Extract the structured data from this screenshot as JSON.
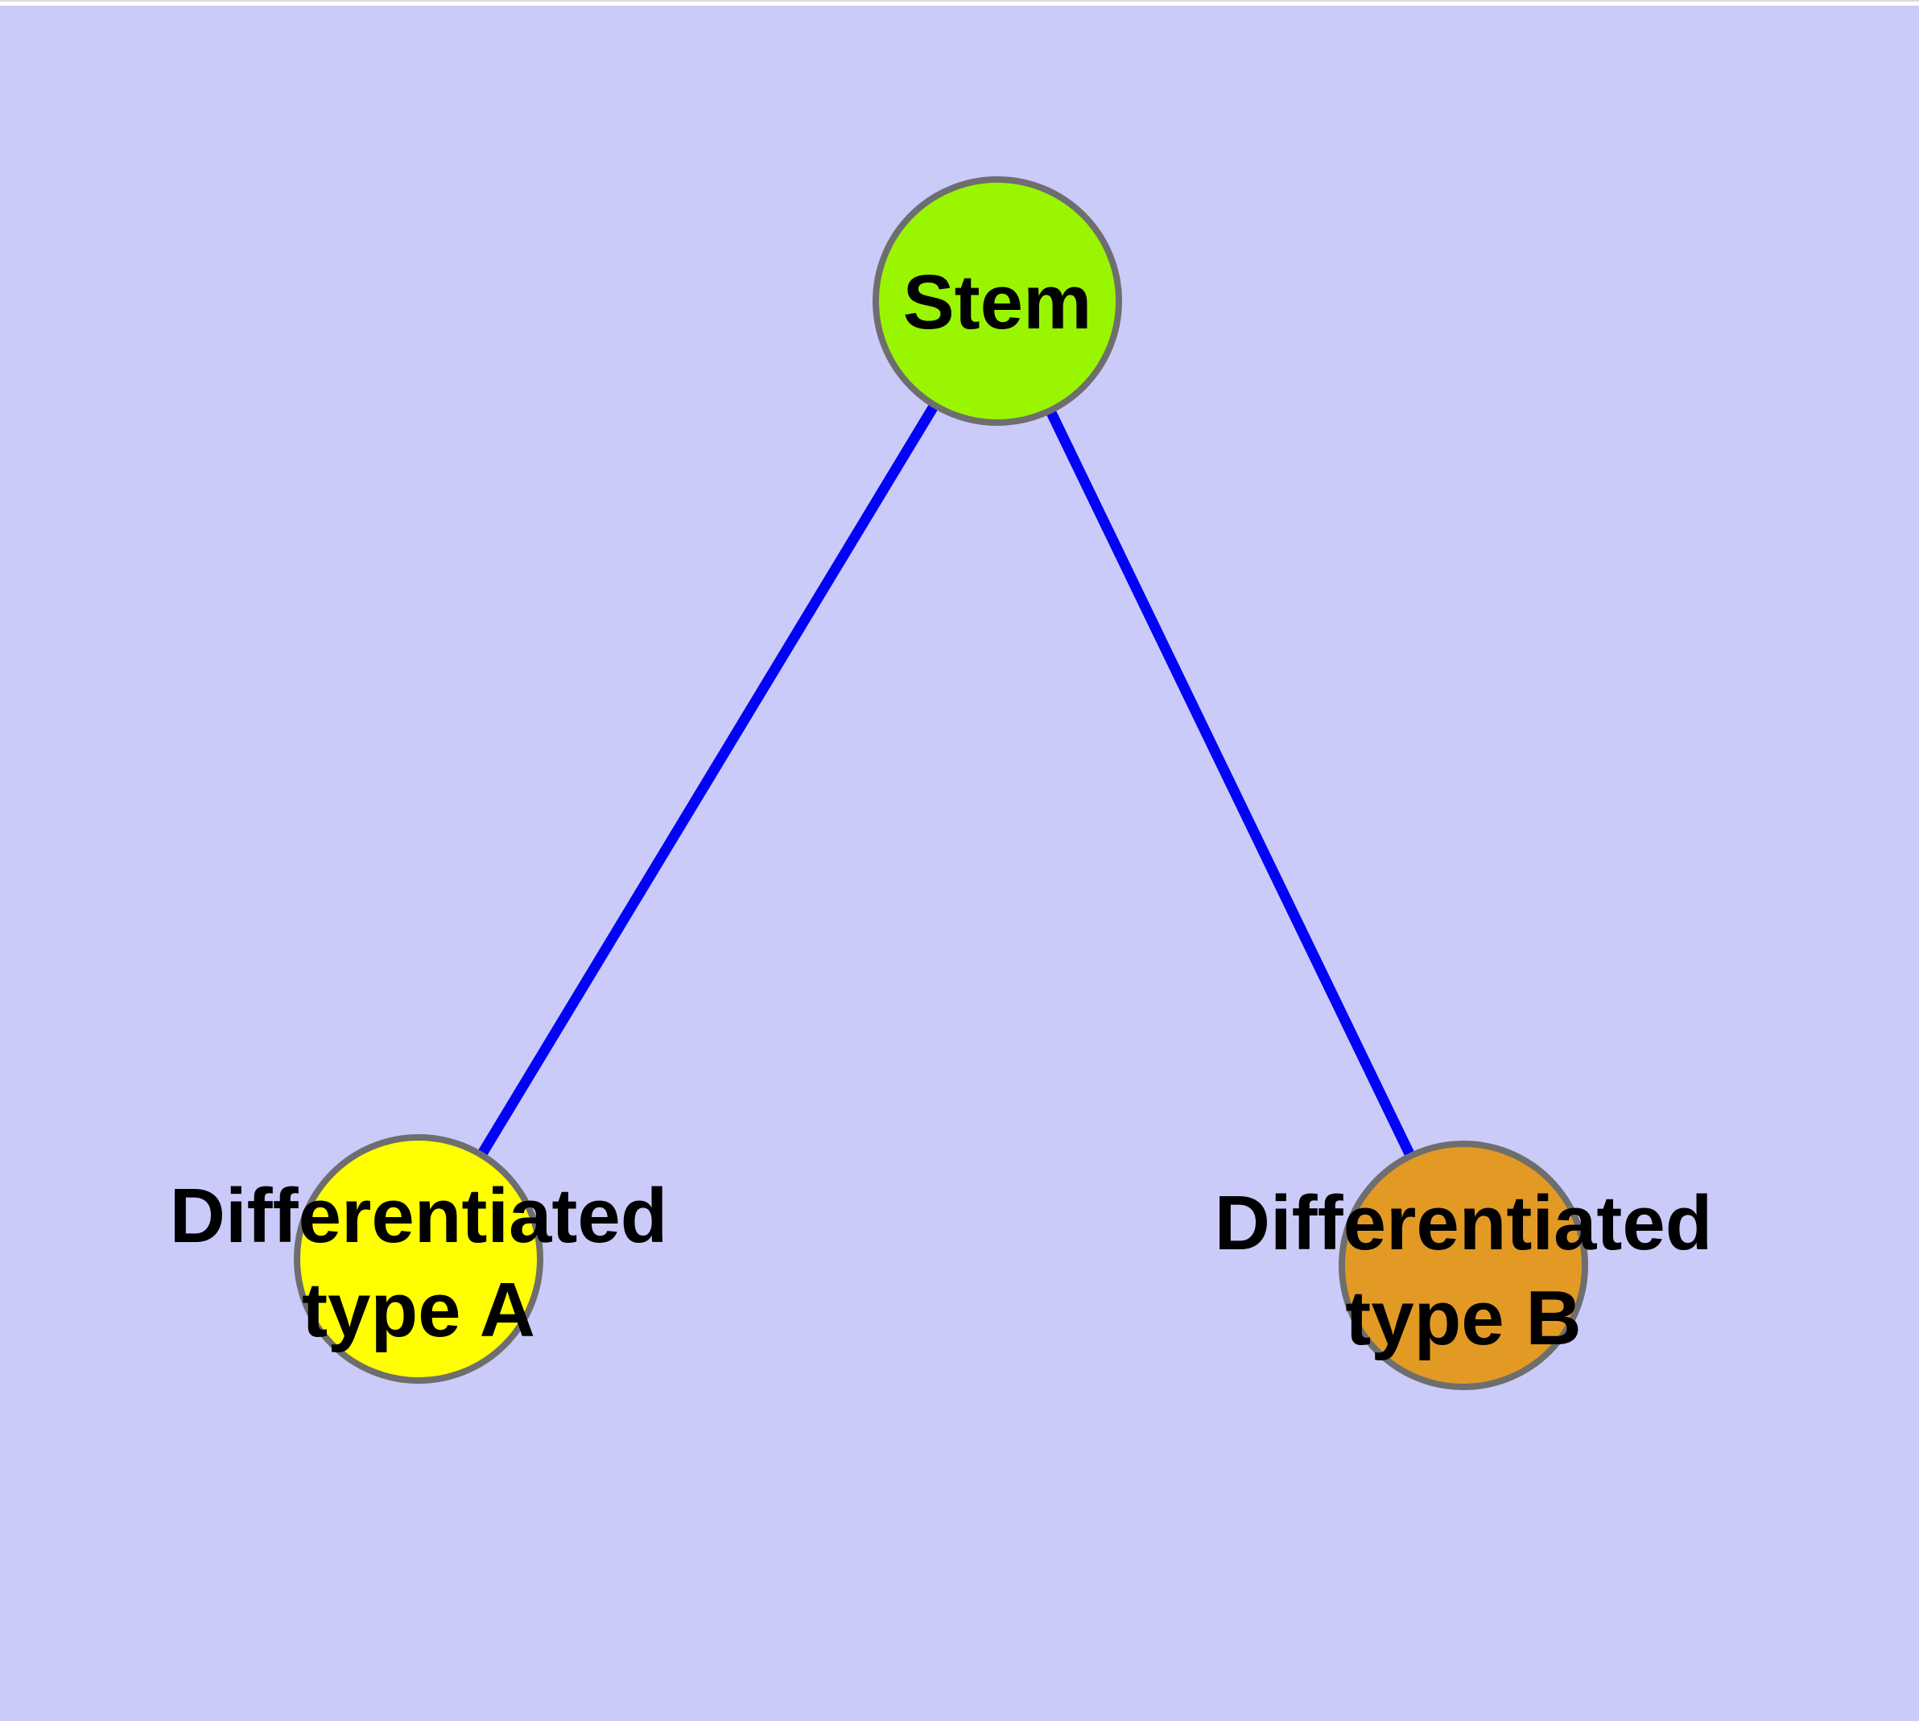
{
  "diagram": {
    "title": "",
    "background_color": "#CBCBFA",
    "top_strip_color": "#FFFFFF",
    "top_strip_edge_color": "#DCDCDC",
    "edge_color": "#0202F7",
    "node_border_color": "#6E6E6E",
    "label_color": "#000000",
    "nodes": {
      "stem": {
        "label": "Stem",
        "fill": "#9AF500"
      },
      "type_a": {
        "label_line1": "Differentiated",
        "label_line2": "type A",
        "label_full": "Differentiated type A",
        "fill": "#FFFF00"
      },
      "type_b": {
        "label_line1": "Differentiated",
        "label_line2": "type B",
        "label_full": "Differentiated type B",
        "fill": "#E29A25"
      }
    },
    "edges": [
      {
        "from": "Stem",
        "to": "Differentiated type A"
      },
      {
        "from": "Stem",
        "to": "Differentiated type B"
      }
    ]
  }
}
